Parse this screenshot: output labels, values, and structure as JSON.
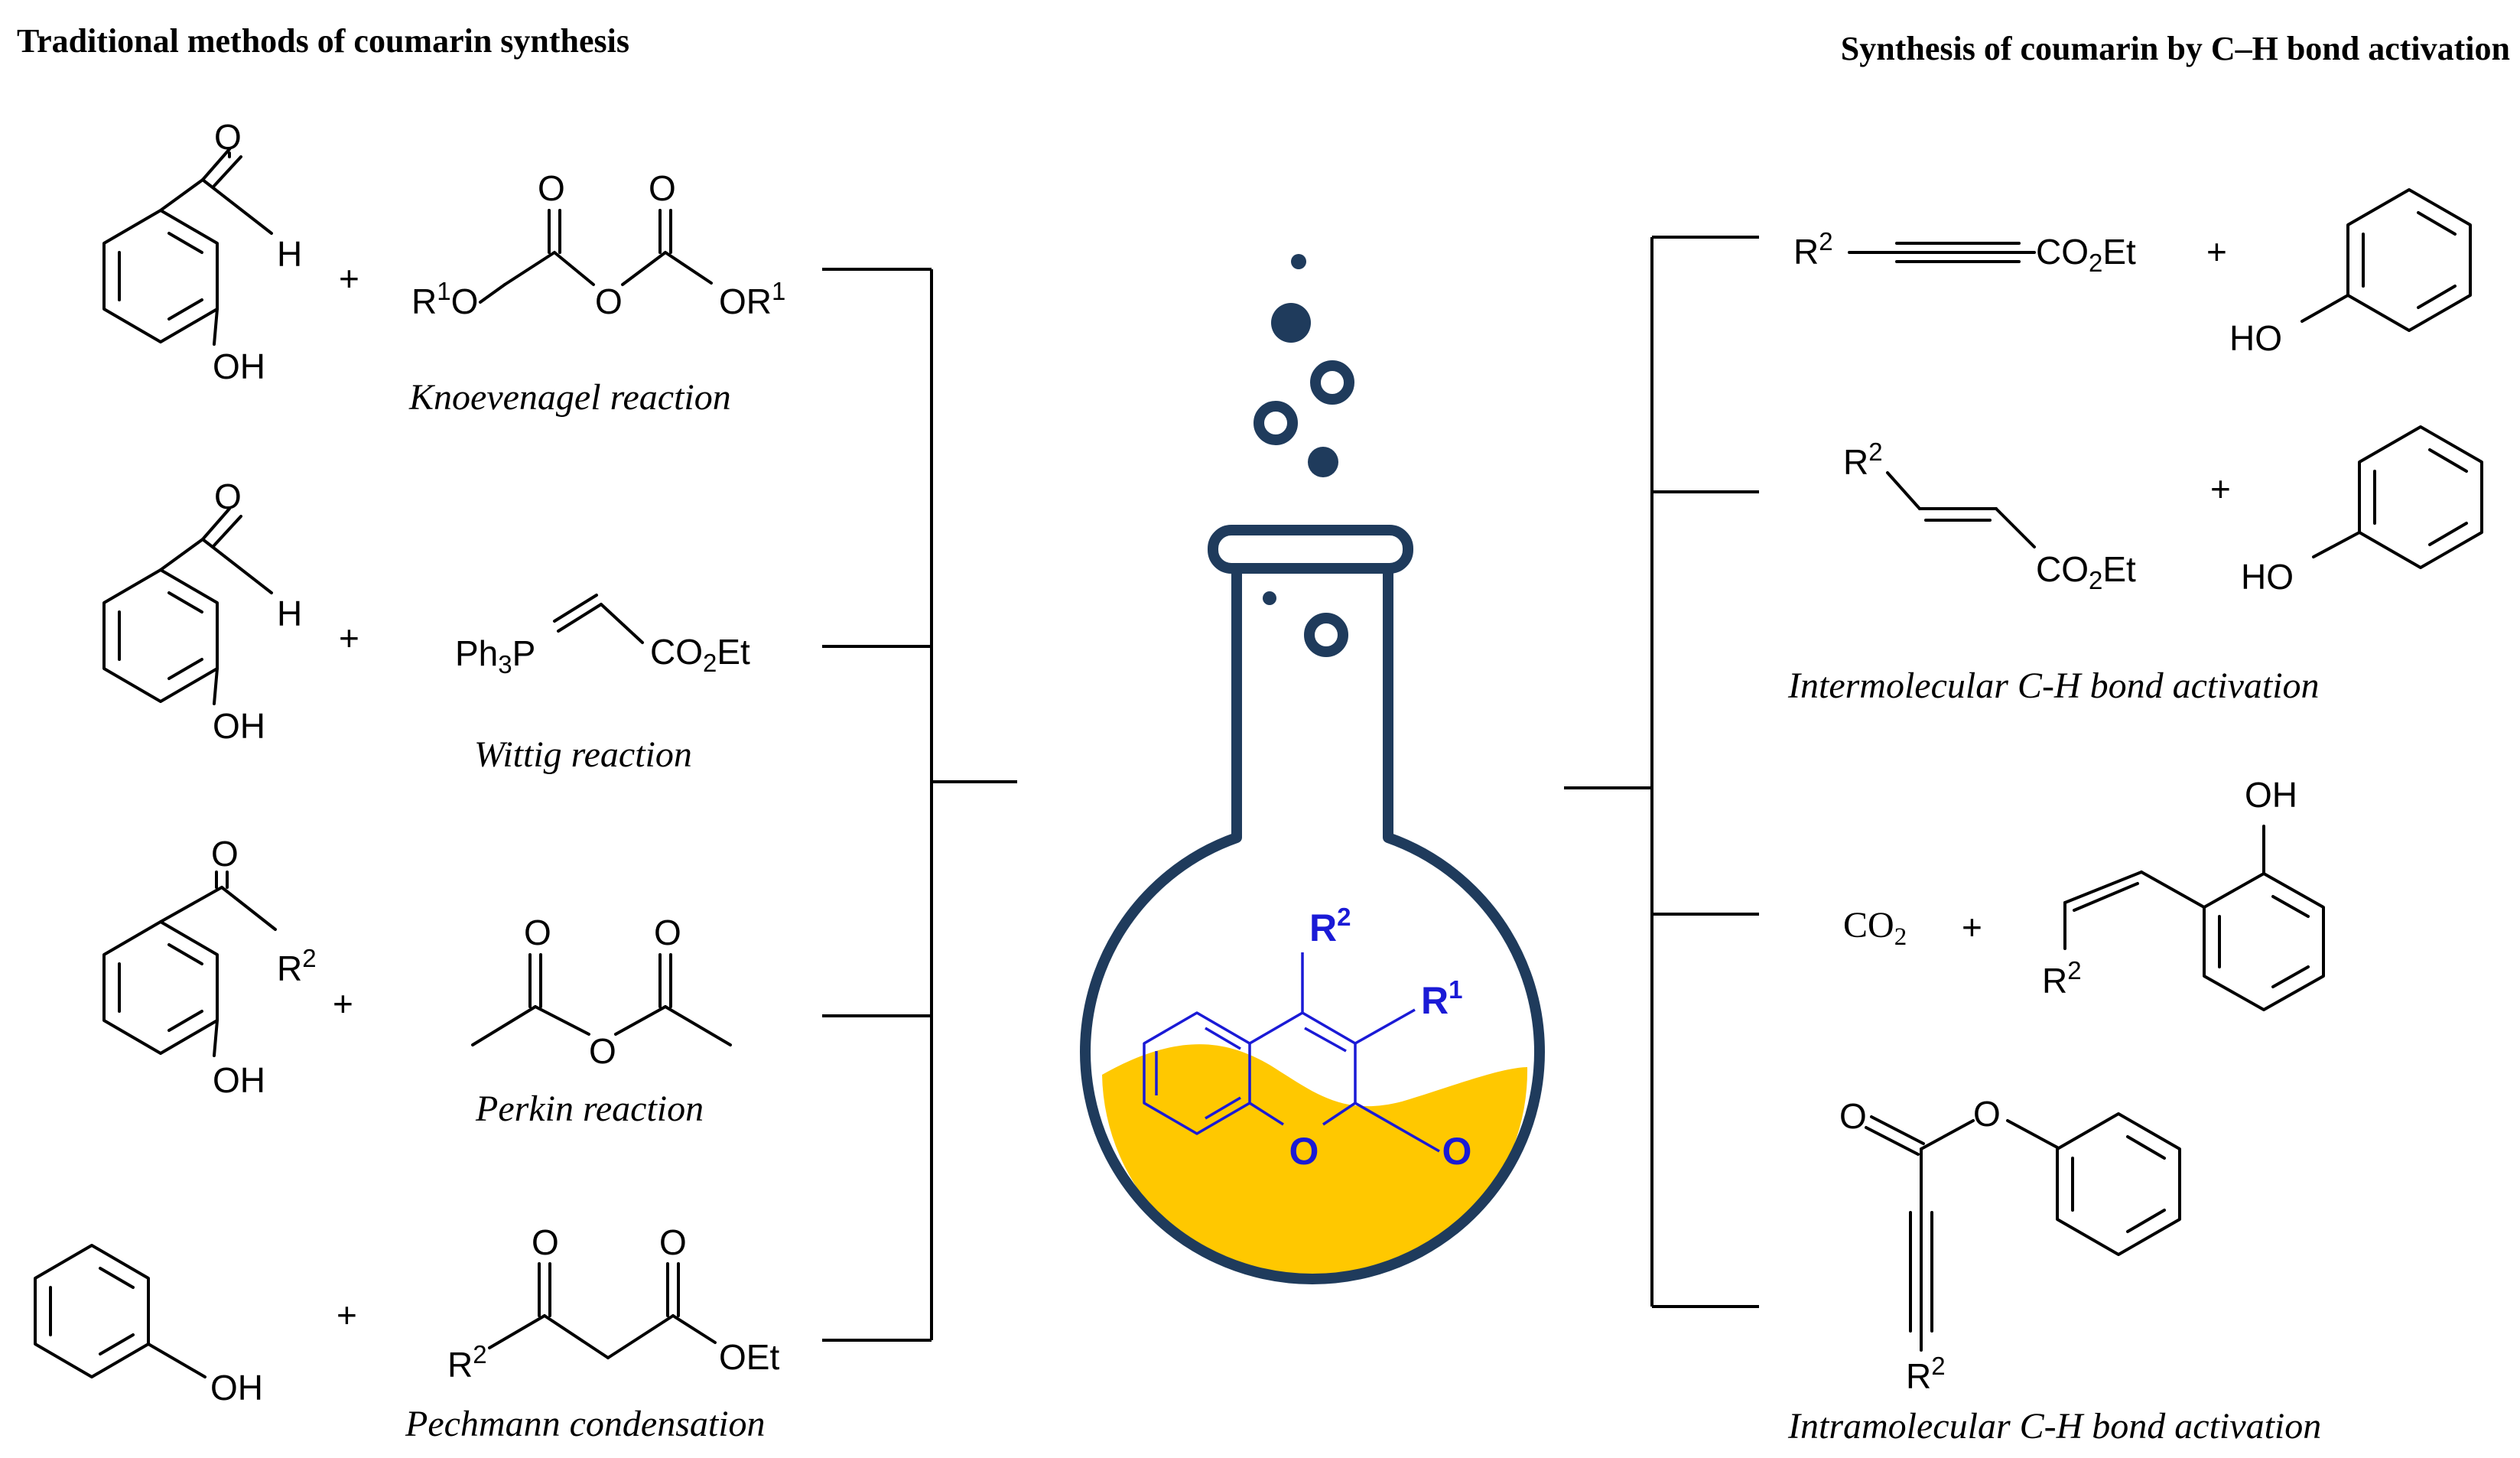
{
  "headings": {
    "left": "Traditional methods of coumarin synthesis",
    "right": "Synthesis of coumarin by C–H bond activation"
  },
  "atoms": {
    "O": "O",
    "H": "H",
    "OH": "OH",
    "HO": "HO",
    "R": "R",
    "OEt": "OEt",
    "Ph": "Ph",
    "P": "P",
    "CO": "CO",
    "Et": "Et",
    "sub1": "1",
    "sub2": "2",
    "sub3": "3",
    "plus": "+"
  },
  "traditional": [
    {
      "reaction": "Knoevenagel reaction"
    },
    {
      "reaction": "Wittig reaction"
    },
    {
      "reaction": "Perkin reaction"
    },
    {
      "reaction": "Pechmann condensation"
    }
  ],
  "ch_activation": {
    "intermolecular_label": "Intermolecular C-H bond activation",
    "intramolecular_label": "Intramolecular C-H bond activation",
    "co2_label": "CO"
  },
  "colors": {
    "flask_outline": "#1f3b5c",
    "liquid": "#ffc800",
    "coumarin_blue": "#1a1ad6",
    "text": "#000000"
  }
}
